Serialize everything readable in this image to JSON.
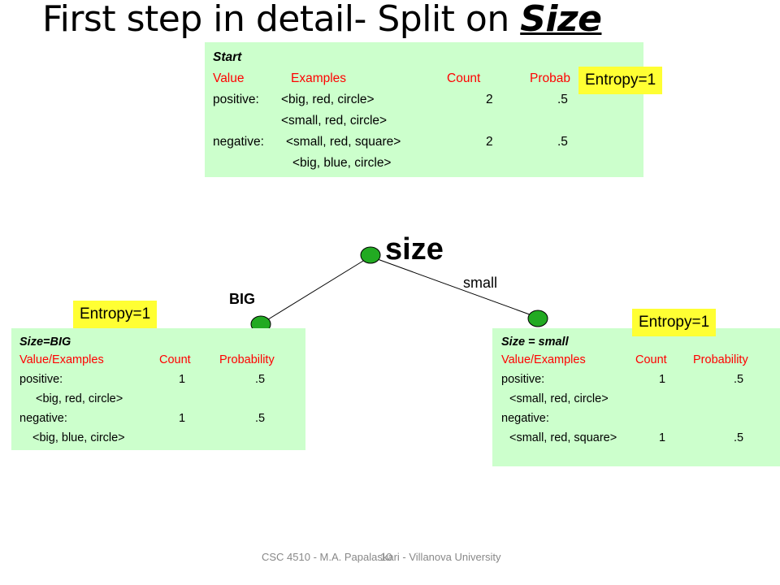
{
  "slide": {
    "title_prefix": "First step in detail- Split on ",
    "title_emphasis": "Size",
    "footer": "CSC 4510 - M.A. Papalaskari - Villanova University",
    "page_number": "10"
  },
  "start_box": {
    "header": "Start",
    "columns": {
      "value": "Value",
      "examples": "Examples",
      "count": "Count",
      "probability": "Probab"
    },
    "positive_label": "positive:",
    "positive_ex1": "<big, red, circle>",
    "positive_count": "2",
    "positive_prob": ".5",
    "positive_ex2": "<small, red, circle>",
    "negative_label": "negative:",
    "negative_ex1": "<small, red, square>",
    "negative_count": "2",
    "negative_prob": ".5",
    "negative_ex2": "<big, blue, circle>",
    "entropy": "Entropy=1"
  },
  "tree": {
    "root_label": "size",
    "left_edge_label": "BIG",
    "right_edge_label": "small",
    "node_color": "#22aa22"
  },
  "big_box": {
    "header": "Size=BIG",
    "col_value_examples": "Value/Examples",
    "col_count": "Count",
    "col_probability": "Probability",
    "positive_label": "positive:",
    "positive_count": "1",
    "positive_prob": ".5",
    "positive_ex": "<big, red, circle>",
    "negative_label": "negative:",
    "negative_count": "1",
    "negative_prob": ".5",
    "negative_ex": "<big, blue, circle>",
    "entropy": "Entropy=1"
  },
  "small_box": {
    "header": "Size = small",
    "col_value_examples": "Value/Examples",
    "col_count": "Count",
    "col_probability": "Probability",
    "positive_label": "positive:",
    "positive_count": "1",
    "positive_prob": ".5",
    "positive_ex": "<small, red, circle>",
    "negative_label": "negative:",
    "negative_ex": "<small, red, square>",
    "negative_count": "1",
    "negative_prob": ".5",
    "entropy": "Entropy=1"
  }
}
